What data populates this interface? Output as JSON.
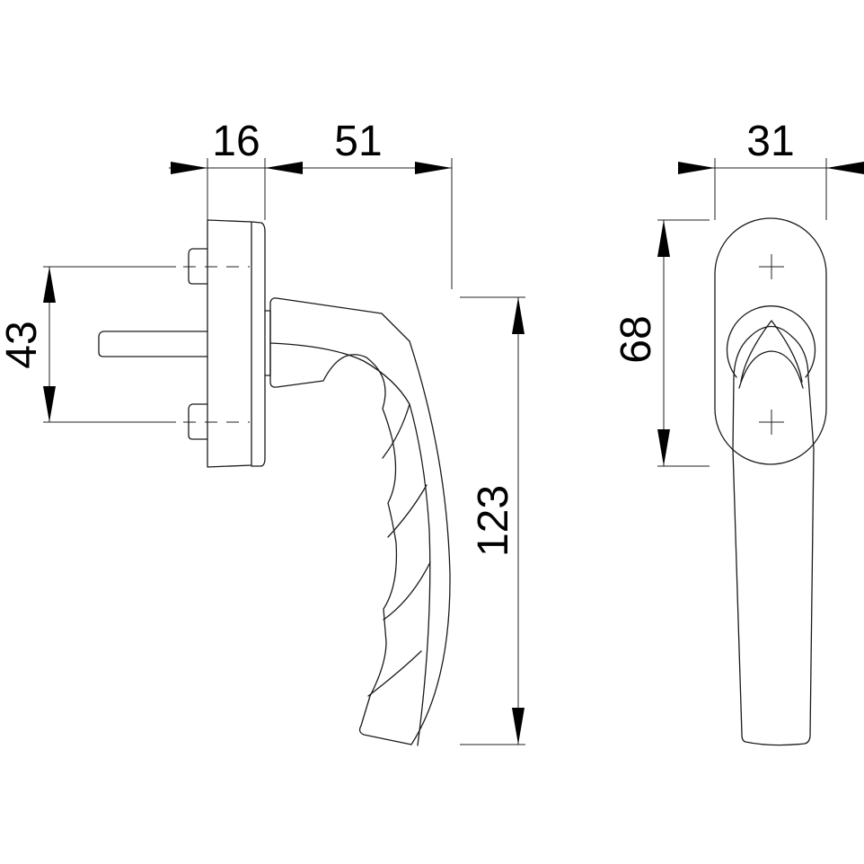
{
  "drawing": {
    "subject": "Window handle with oval rosette",
    "views": [
      "side-view",
      "front-view"
    ]
  },
  "dimensions": {
    "rosette_depth": "16",
    "handle_projection": "51",
    "fixing_hole_spacing": "43",
    "handle_length": "123",
    "rosette_width": "31",
    "rosette_height": "68"
  },
  "colors": {
    "line": "#1a1a1a",
    "background": "#ffffff"
  }
}
